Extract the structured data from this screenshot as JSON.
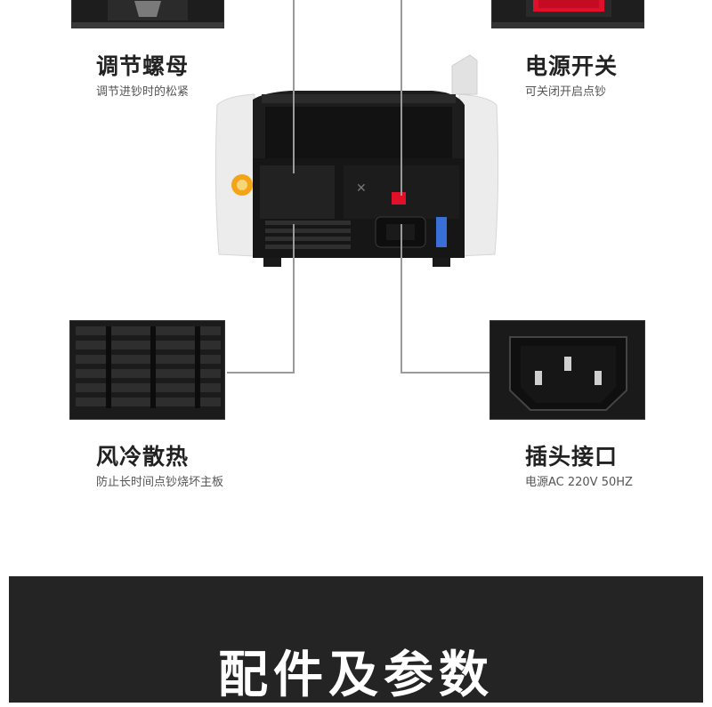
{
  "features": [
    {
      "title": "调节螺母",
      "desc": "调节进钞时的松紧"
    },
    {
      "title": "电源开关",
      "desc": "可关闭开启点钞"
    },
    {
      "title": "风冷散热",
      "desc": "防止长时间点钞烧坏主板"
    },
    {
      "title": "插头接口",
      "desc": "电源AC 220V 50HZ"
    }
  ],
  "banner": {
    "title": "配件及参数"
  },
  "icons": [
    "nut-closeup",
    "power-switch",
    "vent-grille",
    "power-socket",
    "machine-rear"
  ]
}
